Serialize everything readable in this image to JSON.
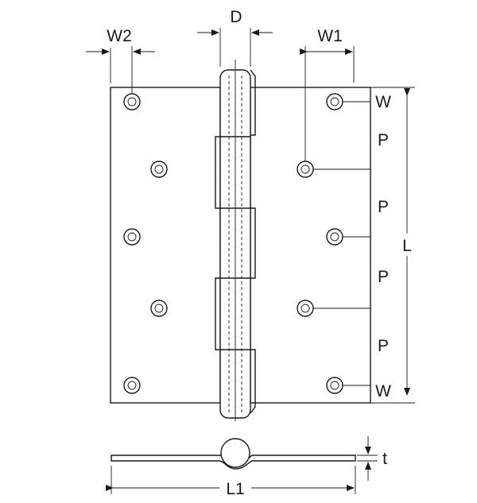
{
  "labels": {
    "w2": "W2",
    "d": "D",
    "w1": "W1",
    "w_top": "W",
    "p1": "P",
    "p2": "P",
    "p3": "P",
    "p4": "P",
    "w_bottom": "W",
    "l": "L",
    "t": "t",
    "l1": "L1"
  },
  "colors": {
    "line": "#1a1a1a",
    "background": "#ffffff"
  }
}
